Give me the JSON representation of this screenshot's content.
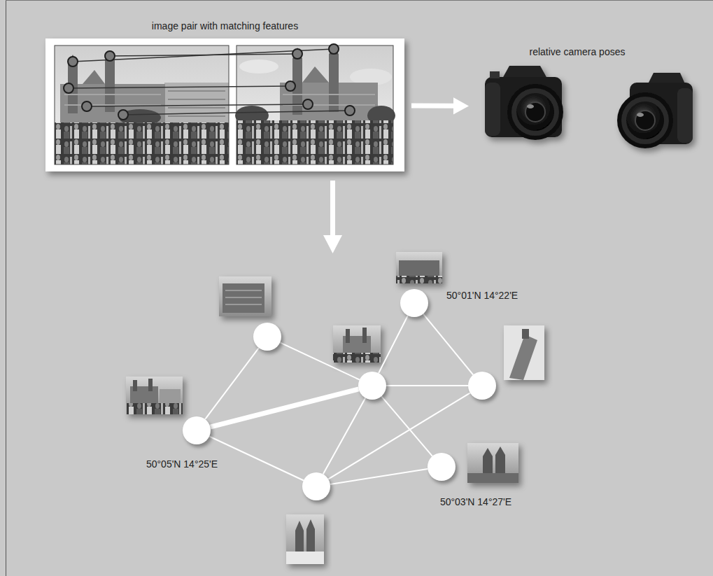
{
  "diagram": {
    "nodes": [
      {
        "text": [
          "image pair with matching features"
        ]
      },
      {
        "text": [
          "relative camera poses"
        ]
      },
      {
        "text": [
          "50°01'N 14°22'E"
        ]
      },
      {
        "text": []
      },
      {
        "text": []
      },
      {
        "text": []
      },
      {
        "text": [
          "50°05'N 14°25'E"
        ]
      },
      {
        "text": [
          "50°03'N 14°27'E"
        ]
      },
      {
        "text": []
      }
    ],
    "edges": [
      {
        "from": 0,
        "to": 1,
        "arrow": "to"
      },
      {
        "from": 3,
        "to": 6,
        "arrow": "none"
      },
      {
        "from": 3,
        "to": 4,
        "arrow": "none"
      },
      {
        "from": 6,
        "to": 4,
        "arrow": "none"
      },
      {
        "from": 6,
        "to": 8,
        "arrow": "none"
      },
      {
        "from": 4,
        "to": 2,
        "arrow": "none"
      },
      {
        "from": 2,
        "to": 5,
        "arrow": "none"
      },
      {
        "from": 4,
        "to": 5,
        "arrow": "none"
      },
      {
        "from": 4,
        "to": 8,
        "arrow": "none"
      },
      {
        "from": 4,
        "to": 7,
        "arrow": "none"
      },
      {
        "from": 8,
        "to": 5,
        "arrow": "none"
      },
      {
        "from": 8,
        "to": 7,
        "arrow": "none"
      }
    ]
  }
}
